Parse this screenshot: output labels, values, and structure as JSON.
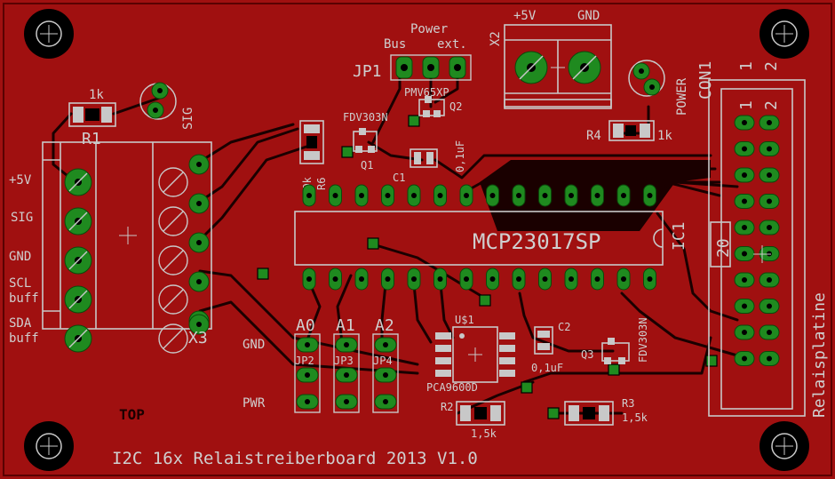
{
  "colors": {
    "board": "#a01010",
    "silkscreen": "#c8c8c8",
    "pad": "#1f8a1f",
    "trace": "#1a0000"
  },
  "labels": {
    "power": "Power",
    "bus": "Bus",
    "ext": "ext.",
    "jp1": "JP1",
    "x2": "X2",
    "plus5v_top": "+5V",
    "gnd_top": "GND",
    "con1": "CON1",
    "con1_pin1": "1",
    "con1_pin2": "2",
    "con1_inner1": "1",
    "con1_inner2": "2",
    "con1_pin20": "20",
    "power_led": "POWER",
    "r1": "R1",
    "r1_val": "1k",
    "sig_led": "SIG",
    "pmv": "PMV65XP",
    "q2": "Q2",
    "fdv_q1": "FDV303N",
    "q1": "Q1",
    "r6": "R6",
    "r6_val": "100k",
    "c1": "C1",
    "c1_val": "0,1uF",
    "r4": "R4",
    "r4_val": "1k",
    "ic1": "IC1",
    "ic_name": "MCP23017SP",
    "x3": "X3",
    "t_5v": "+5V",
    "t_sig": "SIG",
    "t_gnd": "GND",
    "t_scl": "SCL",
    "t_scl2": "buff",
    "t_sda": "SDA",
    "t_sda2": "buff",
    "a0": "A0",
    "a1": "A1",
    "a2": "A2",
    "jp2": "JP2",
    "jp3": "JP3",
    "jp4": "JP4",
    "gnd_side": "GND",
    "pwr_side": "PWR",
    "u1": "U$1",
    "pca": "PCA9600D",
    "c2": "C2",
    "c2_val": "0,1uF",
    "q3": "Q3",
    "fdv_q3": "FDV303N",
    "r2": "R2",
    "r2_val": "1,5k",
    "r3": "R3",
    "r3_val": "1,5k",
    "relais": "Relaisplatine",
    "top": "TOP",
    "title": "I2C 16x Relaistreiberboard 2013 V1.0"
  }
}
